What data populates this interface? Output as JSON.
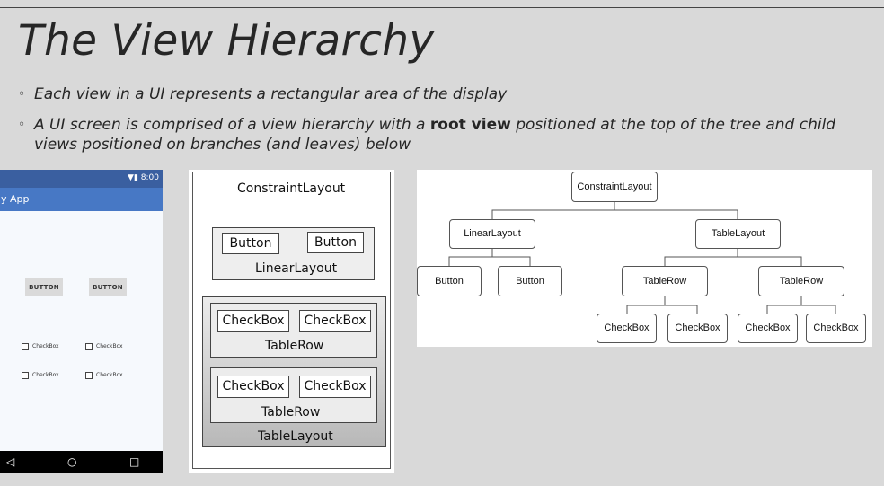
{
  "title": "The View Hierarchy",
  "bullets": {
    "b1": "Each view in a UI represents a rectangular area of the display",
    "b2_pre": "A UI screen is comprised of a view hierarchy with a ",
    "b2_bold": "root view",
    "b2_post": " positioned at the top of the tree and child views positioned on branches (and leaves) below",
    "marker": "◦"
  },
  "phone": {
    "status_time": "8:00",
    "app_title": "y App",
    "buttons": [
      "BUTTON",
      "BUTTON"
    ],
    "checkboxes": [
      "CheckBox",
      "CheckBox",
      "CheckBox",
      "CheckBox"
    ],
    "nav": {
      "back": "◁",
      "home": "○",
      "recent": "□"
    }
  },
  "nested": {
    "root": "ConstraintLayout",
    "linear": {
      "label": "LinearLayout",
      "buttons": [
        "Button",
        "Button"
      ]
    },
    "rows": [
      {
        "label": "TableRow",
        "items": [
          "CheckBox",
          "CheckBox"
        ]
      },
      {
        "label": "TableRow",
        "items": [
          "CheckBox",
          "CheckBox"
        ]
      }
    ],
    "table": "TableLayout"
  },
  "tree": {
    "root": "ConstraintLayout",
    "linear": "LinearLayout",
    "table": "TableLayout",
    "buttons": [
      "Button",
      "Button"
    ],
    "rows": [
      "TableRow",
      "TableRow"
    ],
    "checkboxes": [
      "CheckBox",
      "CheckBox",
      "CheckBox",
      "CheckBox"
    ]
  }
}
